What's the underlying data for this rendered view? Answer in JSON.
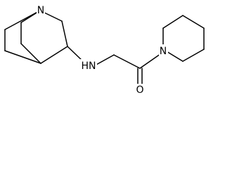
{
  "molecule": {
    "atoms": {
      "bridgehead_n": "N",
      "amine_nh": "HN",
      "amide_n": "N",
      "carbonyl_o": "O"
    }
  },
  "colors": {
    "bond": "#000000",
    "background": "#ffffff"
  }
}
